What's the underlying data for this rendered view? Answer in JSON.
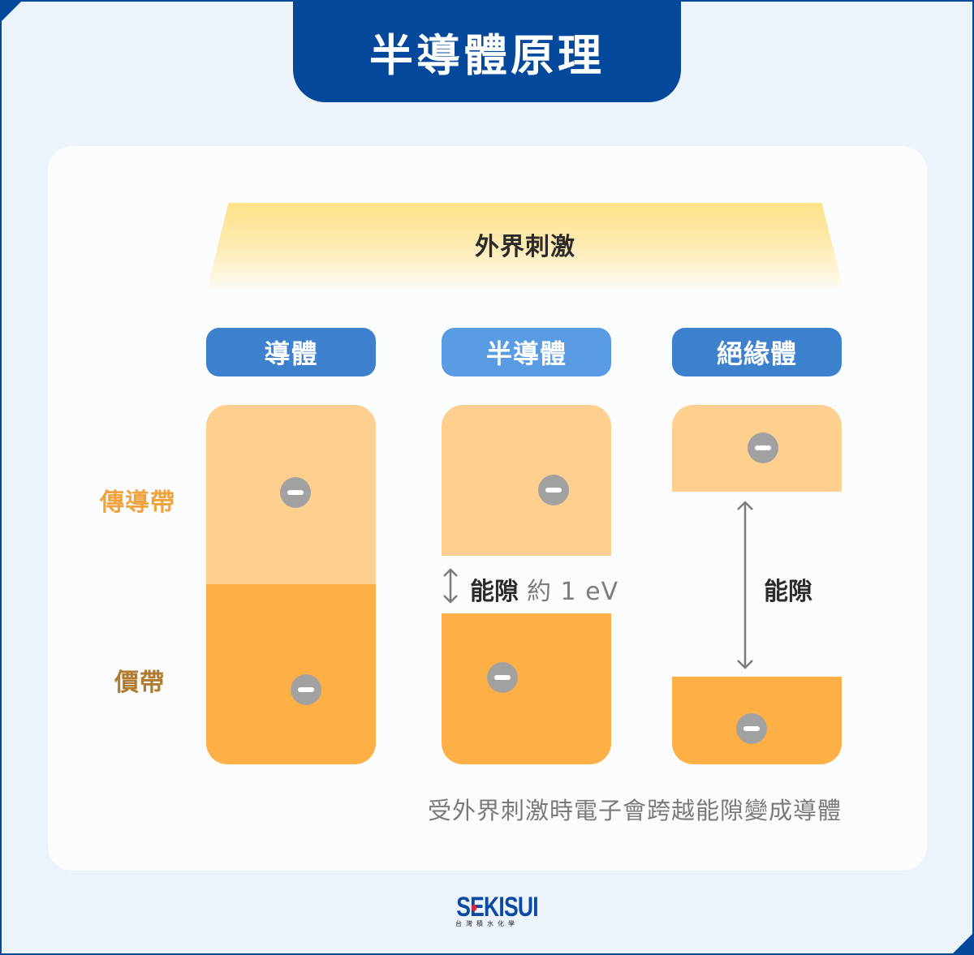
{
  "header": {
    "title": "半導體原理"
  },
  "diagram": {
    "stimulus_label": "外界刺激",
    "row_labels": {
      "conduction_band": "傳導帶",
      "valence_band": "價帶"
    },
    "columns": [
      {
        "label": "導體",
        "color": "#3d80cd"
      },
      {
        "label": "半導體",
        "color": "#5a9ce4"
      },
      {
        "label": "絕緣體",
        "color": "#3d80cd"
      }
    ],
    "semiconductor_gap": {
      "label": "能隙",
      "value": "約 1 eV"
    },
    "insulator_gap": {
      "label": "能隙"
    },
    "caption": "受外界刺激時電子會跨越能隙變成導體",
    "colors": {
      "conduction_band": "#fed08f",
      "valence_band": "#feb046",
      "electron": "#a1a1a1",
      "brand_blue": "#03489a",
      "conduction_label": "#f0a23c",
      "valence_label": "#b27a2c"
    }
  },
  "footer": {
    "logo_text": "SEKISUI",
    "logo_subtext": "台灣積水化學"
  }
}
